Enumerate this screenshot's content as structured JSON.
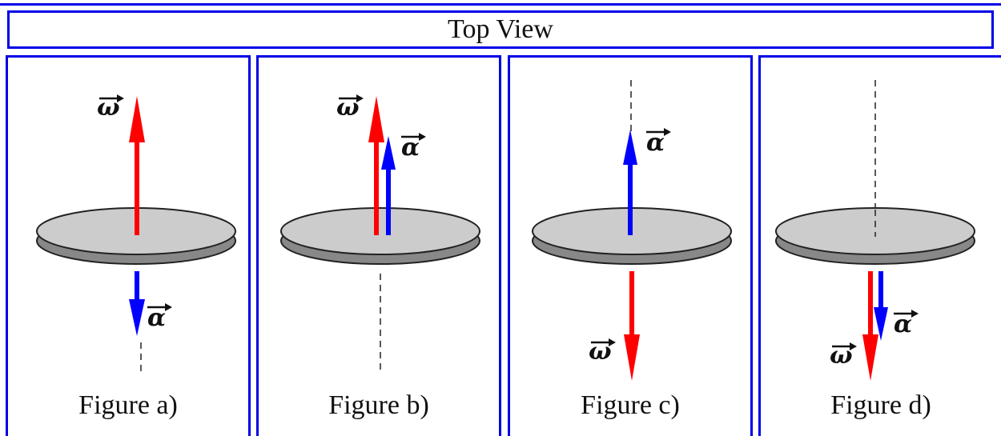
{
  "header": {
    "title": "Top View"
  },
  "symbols": {
    "omega": "ω",
    "alpha": "α"
  },
  "colors": {
    "border": "#0000e6",
    "omega_arrow": "#ff0000",
    "alpha_arrow": "#0000ff",
    "disk_top": "#cccccc",
    "disk_edge": "#888888"
  },
  "panels": [
    {
      "caption": "Figure a)"
    },
    {
      "caption": "Figure b)"
    },
    {
      "caption": "Figure c)"
    },
    {
      "caption": "Figure d)"
    }
  ]
}
